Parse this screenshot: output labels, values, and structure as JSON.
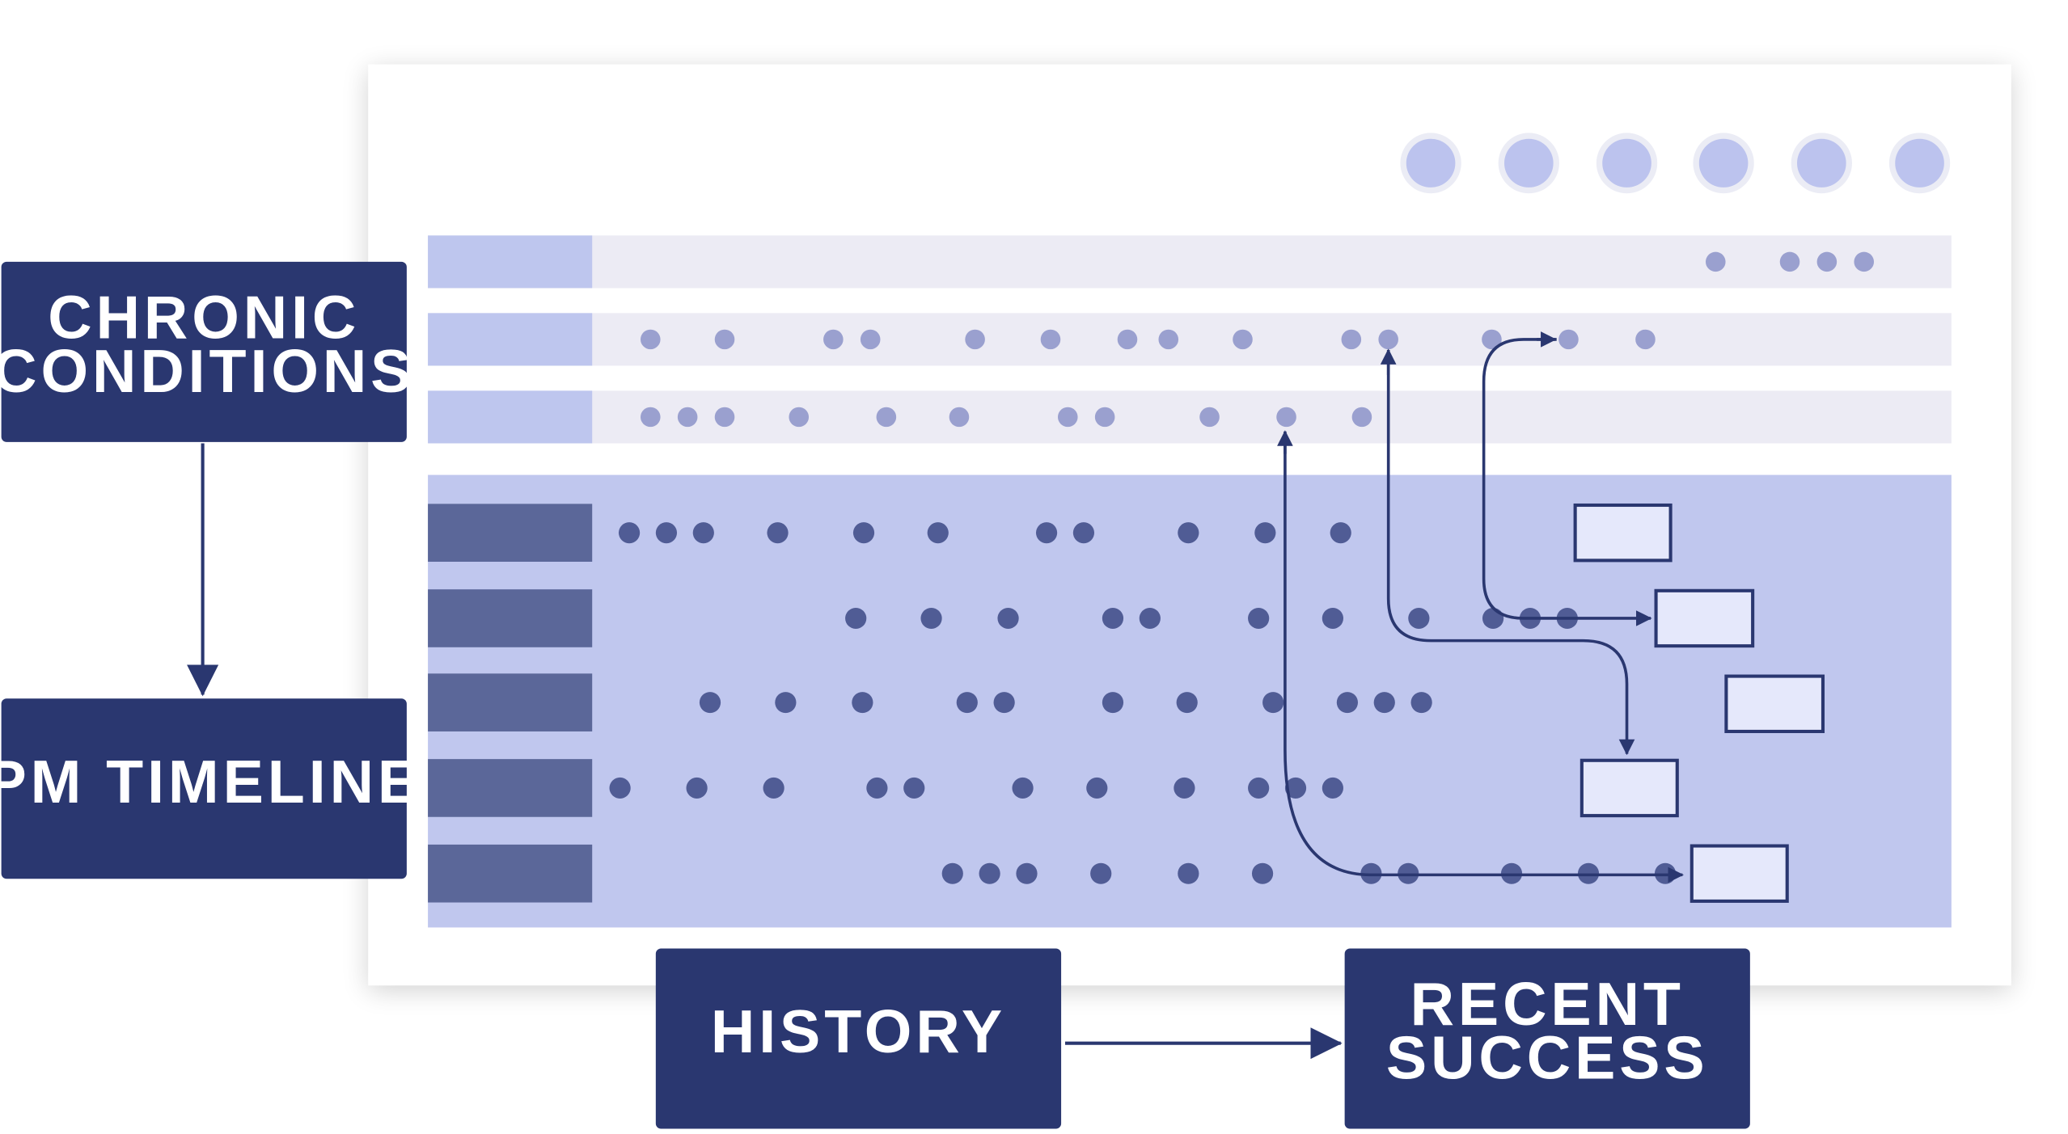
{
  "labels": {
    "chronic_line1": "CHRONIC",
    "chronic_line2": "CONDITIONS",
    "pm_timeline": "PM TIMELINE",
    "history": "HISTORY",
    "recent_line1": "RECENT",
    "recent_line2": "SUCCESS"
  },
  "colors": {
    "navy": "#2a3770",
    "header_dot": "#bcc3ee",
    "header_dot_ring": "#ebecf5",
    "upper_row_bg": "#ecebf4",
    "upper_row_tab": "#bec6ee",
    "upper_dot": "#9aa0cf",
    "lower_panel_bg": "#c0c7ee",
    "lower_row_tab": "#5b6799",
    "lower_dot": "#505c95",
    "result_box_fill": "#e5e8fb"
  },
  "header_dot_count": 6,
  "timeline": {
    "upper_rows": [
      {
        "dots": [
          1295,
          1351,
          1379,
          1407
        ]
      },
      {
        "dots": [
          491,
          547,
          629,
          657,
          736,
          793,
          851,
          882,
          938,
          1020,
          1048,
          1126,
          1184,
          1242
        ]
      },
      {
        "dots": [
          491,
          519,
          547,
          603,
          669,
          724,
          806,
          834,
          913,
          971,
          1028
        ]
      }
    ],
    "lower_rows": [
      {
        "dots": [
          475,
          503,
          531,
          587,
          652,
          708,
          790,
          818,
          897,
          955,
          1012
        ]
      },
      {
        "dots": [
          646,
          703,
          761,
          840,
          868,
          950,
          1006,
          1071,
          1127,
          1155,
          1183
        ]
      },
      {
        "dots": [
          536,
          593,
          651,
          730,
          758,
          840,
          896,
          961,
          1017,
          1045,
          1073
        ]
      },
      {
        "dots": [
          468,
          526,
          584,
          662,
          690,
          772,
          828,
          894,
          950,
          978,
          1006
        ]
      },
      {
        "dots": [
          719,
          747,
          775,
          831,
          897,
          953,
          1035,
          1063,
          1141,
          1199,
          1257
        ]
      }
    ],
    "result_box_count": 5
  }
}
